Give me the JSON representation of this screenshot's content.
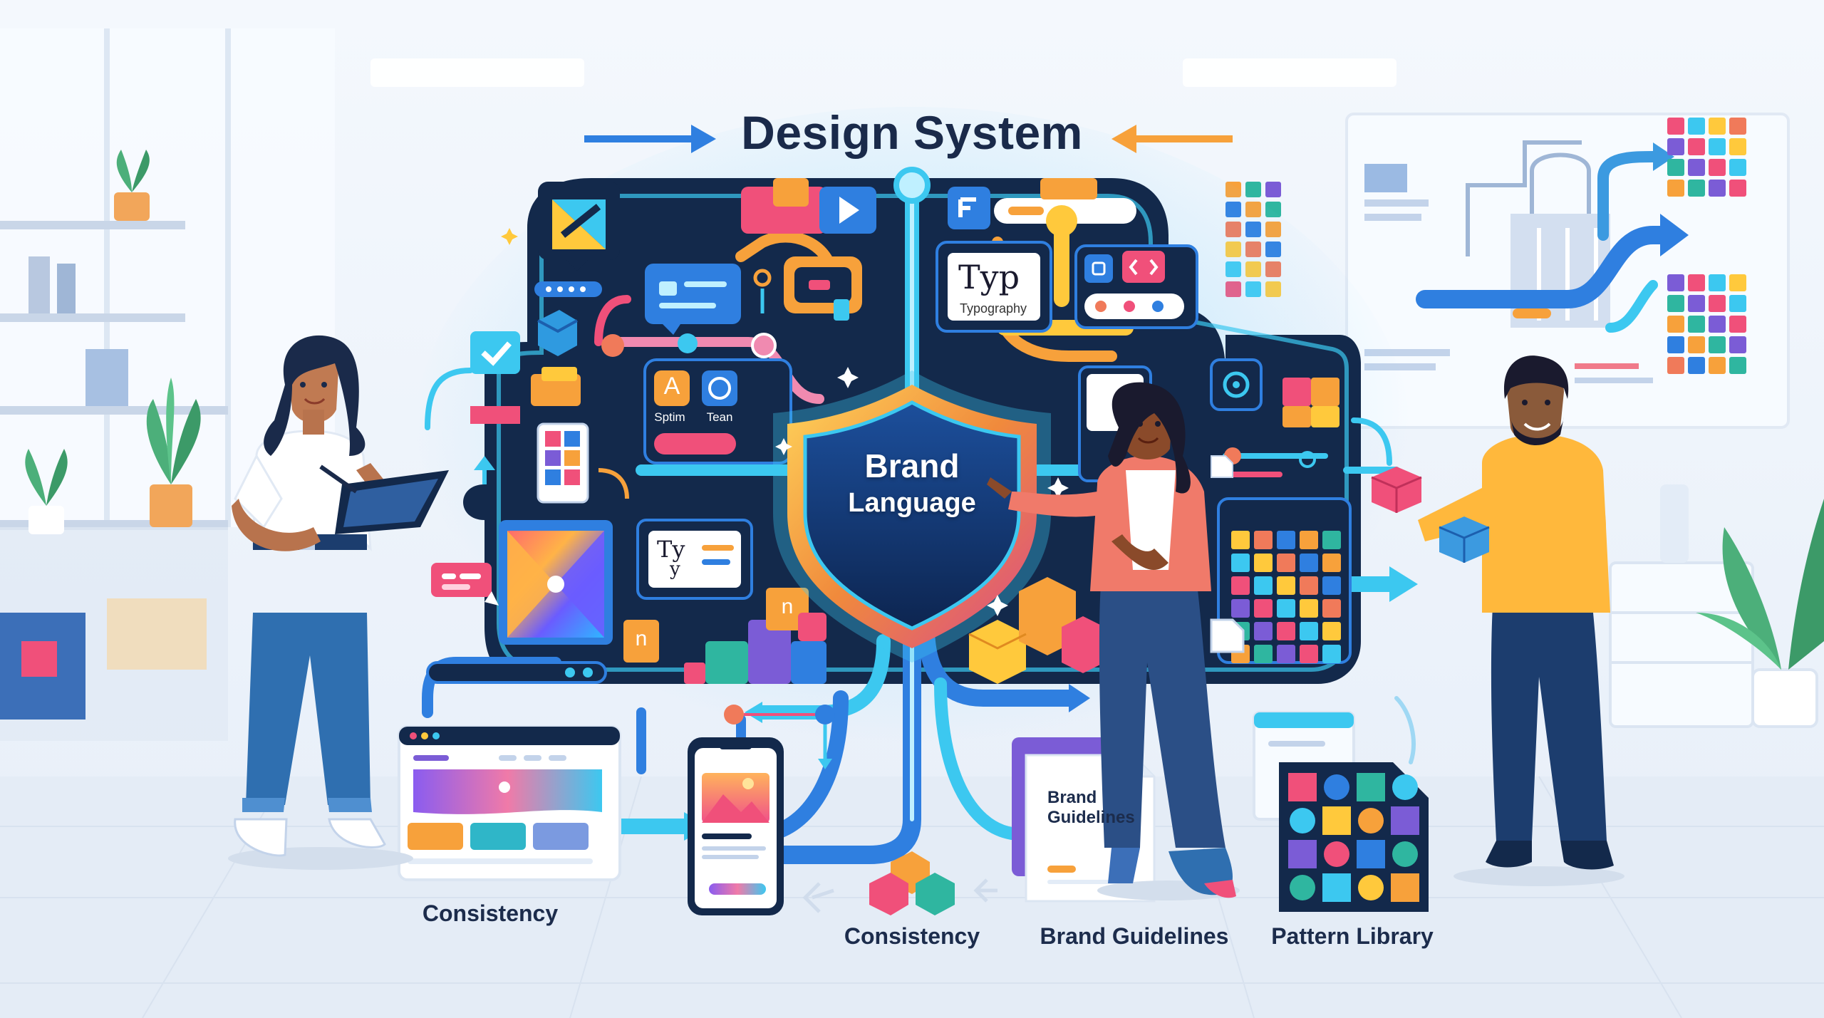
{
  "title": "Design System",
  "shield": {
    "line1": "Brand",
    "line2": "Language"
  },
  "typography_card": {
    "glyph": "Typ",
    "label": "Typography"
  },
  "small_type_card": {
    "glyph_top": "Ty",
    "glyph_bottom": "y"
  },
  "app_tiles": {
    "left_label": "Sptim",
    "right_label": "Tean",
    "left_glyph": "A"
  },
  "brand_doc": {
    "line1": "Brand",
    "line2": "Guidelines"
  },
  "cube_glyph_a": "n",
  "cube_glyph_b": "n",
  "captions": {
    "consistency_left": "Consistency",
    "consistency_center": "Consistency",
    "brand_guidelines": "Brand Guidelines",
    "pattern_library": "Pattern Library"
  },
  "colors": {
    "navy": "#13294b",
    "blue": "#2f7fe0",
    "cyan": "#3cc8f0",
    "orange": "#f7a13b",
    "pink": "#f0507a",
    "yellow": "#ffc93c",
    "purple": "#7b5cd6",
    "background": "#eef4fb"
  },
  "icons": [
    "arrow-right-icon",
    "arrow-left-icon",
    "play-icon",
    "check-icon",
    "gear-icon",
    "shield-icon",
    "code-icon",
    "pencil-icon",
    "tablet-icon",
    "cube-icon",
    "color-palette-icon",
    "pattern-icon",
    "mobile-icon",
    "browser-window-icon",
    "document-icon"
  ]
}
